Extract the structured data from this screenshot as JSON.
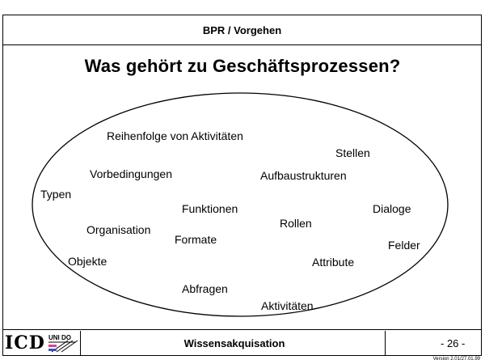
{
  "header": {
    "title": "BPR / Vorgehen"
  },
  "main": {
    "title": "Was gehört zu Geschäftsprozessen?",
    "terms": [
      "Reihenfolge von Aktivitäten",
      "Stellen",
      "Vorbedingungen",
      "Aufbaustrukturen",
      "Typen",
      "Funktionen",
      "Dialoge",
      "Rollen",
      "Organisation",
      "Formate",
      "Felder",
      "Objekte",
      "Attribute",
      "Abfragen",
      "Aktivitäten"
    ]
  },
  "footer": {
    "logo_text": "ICD",
    "uni_logo_text": "UNI DO",
    "center_label": "Wissensakquisation",
    "page_number": "- 26 -",
    "version": "Version 2.01/27.01.99"
  },
  "colors": {
    "line": "#000000",
    "background": "#ffffff"
  }
}
